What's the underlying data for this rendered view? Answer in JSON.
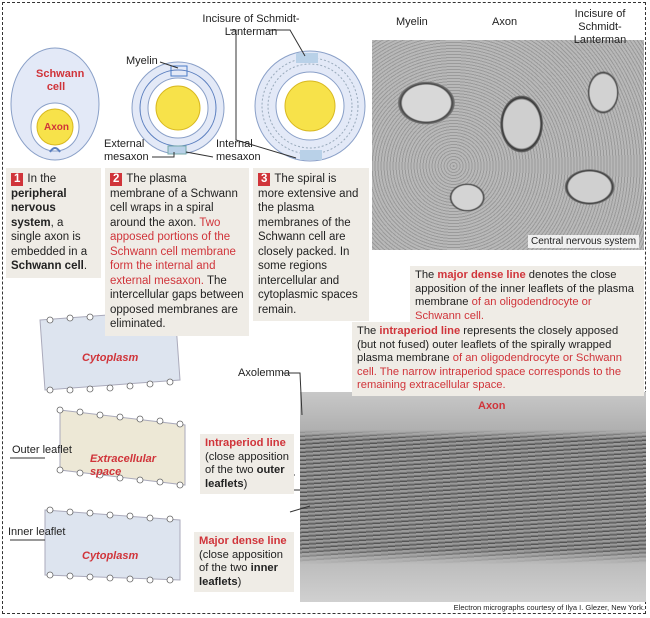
{
  "panel1": {
    "schwann_label": "Schwann cell",
    "axon_label": "Axon"
  },
  "panel2": {
    "myelin_label": "Myelin",
    "external_label": "External mesaxon",
    "internal_label": "Internal mesaxon"
  },
  "panel3": {
    "incisure_label": "Incisure of Schmidt-Lanterman"
  },
  "micrograph_top": {
    "myelin_label": "Myelin",
    "axon_label": "Axon",
    "incisure_label": "Incisure of Schmidt-Lanterman",
    "caption": "Central nervous system"
  },
  "step1": {
    "num": "1",
    "t1": "In the ",
    "t2": "peripheral nervous system",
    "t3": ", a single axon is embedded in a ",
    "t4": "Schwann cell",
    "t5": "."
  },
  "step2": {
    "num": "2",
    "t1": "The plasma membrane of a Schwann cell wraps in a spiral around the axon. ",
    "t2": "Two apposed portions of the Schwann cell membrane form the internal and external mesaxon.",
    "t3": " The intercellular gaps between opposed membranes are eliminated."
  },
  "step3": {
    "num": "3",
    "t1": "The spiral is more extensive and the plasma membranes of the Schwann cell are closely packed. In some regions intercellular and cytoplasmic spaces remain."
  },
  "major_note": {
    "t1": "The ",
    "t2": "major dense line",
    "t3": " denotes the close apposition of the inner leaflets of the plasma membrane ",
    "t4": "of an oligodendrocyte or Schwann cell."
  },
  "intra_note": {
    "t1": "The ",
    "t2": "intraperiod line",
    "t3": " represents the closely apposed (but not fused) outer leaflets of the spirally wrapped plasma membrane ",
    "t4": "of an oligodendrocyte or Schwann cell. The narrow intraperiod space corresponds to the remaining extracellular space."
  },
  "membrane": {
    "cytoplasm_top": "Cytoplasm",
    "extracellular": "Extracellular space",
    "cytoplasm_bottom": "Cytoplasm",
    "outer_leaflet": "Outer leaflet",
    "inner_leaflet": "Inner leaflet",
    "axolemma": "Axolemma",
    "axon_label": "Axon"
  },
  "intra_box": {
    "t1": "Intraperiod line",
    "t2": " (close apposition of the two ",
    "t3": "outer leaflets",
    "t4": ")"
  },
  "major_box": {
    "t1": "Major dense line",
    "t2": " (close apposition of the two ",
    "t3": "inner leaflets",
    "t4": ")"
  },
  "credit": "Electron micrographs courtesy of Ilya I. Glezer, New York.",
  "colors": {
    "accent": "#d0343a",
    "box": "#efece6",
    "cell": "#dfe6f5",
    "axon": "#f7e24a",
    "line": "#4a7cc7"
  }
}
